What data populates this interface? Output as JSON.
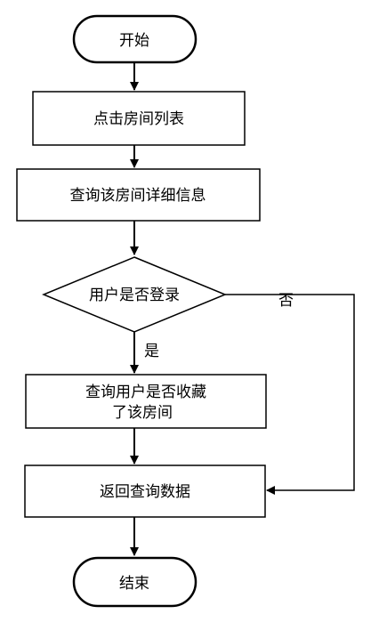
{
  "flowchart": {
    "nodes": {
      "start": {
        "label": "开始"
      },
      "click_list": {
        "label": "点击房间列表"
      },
      "query_detail": {
        "label": "查询该房间详细信息"
      },
      "login_check": {
        "label": "用户是否登录"
      },
      "query_fav_line1": {
        "label": "查询用户是否收藏"
      },
      "query_fav_line2": {
        "label": "了该房间"
      },
      "return_data": {
        "label": "返回查询数据"
      },
      "end": {
        "label": "结束"
      }
    },
    "edges": {
      "yes_label": "是",
      "no_label": "否"
    },
    "colors": {
      "stroke": "#000000",
      "fill": "#ffffff",
      "text": "#000000"
    }
  }
}
